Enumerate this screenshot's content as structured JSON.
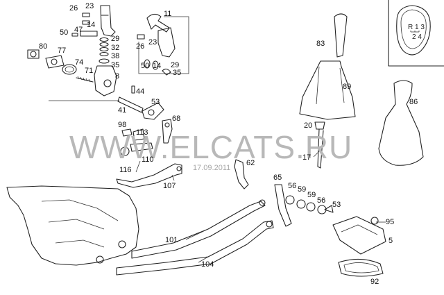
{
  "watermark": {
    "text": "WWW.ELCATS.RU",
    "date": "17.09.2011"
  },
  "shift_pattern": {
    "top": "R 1 3",
    "bottom": "2 4"
  },
  "callouts": {
    "c26a": "26",
    "c23a": "23",
    "c50a": "50",
    "c47": "47",
    "c14a": "14",
    "c29a": "29",
    "c32": "32",
    "c38": "38",
    "c35a": "35",
    "c80": "80",
    "c77": "77",
    "c74": "74",
    "c71": "71",
    "c8": "8",
    "c44": "44",
    "c41": "41",
    "c53a": "53",
    "c68": "68",
    "c98": "98",
    "c113": "113",
    "c110": "110",
    "c116": "116",
    "c107": "107",
    "c62": "62",
    "c11": "11",
    "c26b": "26",
    "c23b": "23",
    "c50b": "50",
    "c14b": "14",
    "c29b": "29",
    "c35b": "35",
    "c83": "83",
    "c89": "89",
    "c86": "86",
    "c20": "20",
    "c17": "17",
    "c65": "65",
    "c56a": "56",
    "c59a": "59",
    "c59b": "59",
    "c56b": "56",
    "c53b": "53",
    "c95": "95",
    "c5": "5",
    "c92": "92",
    "c101": "101",
    "c104": "104"
  }
}
